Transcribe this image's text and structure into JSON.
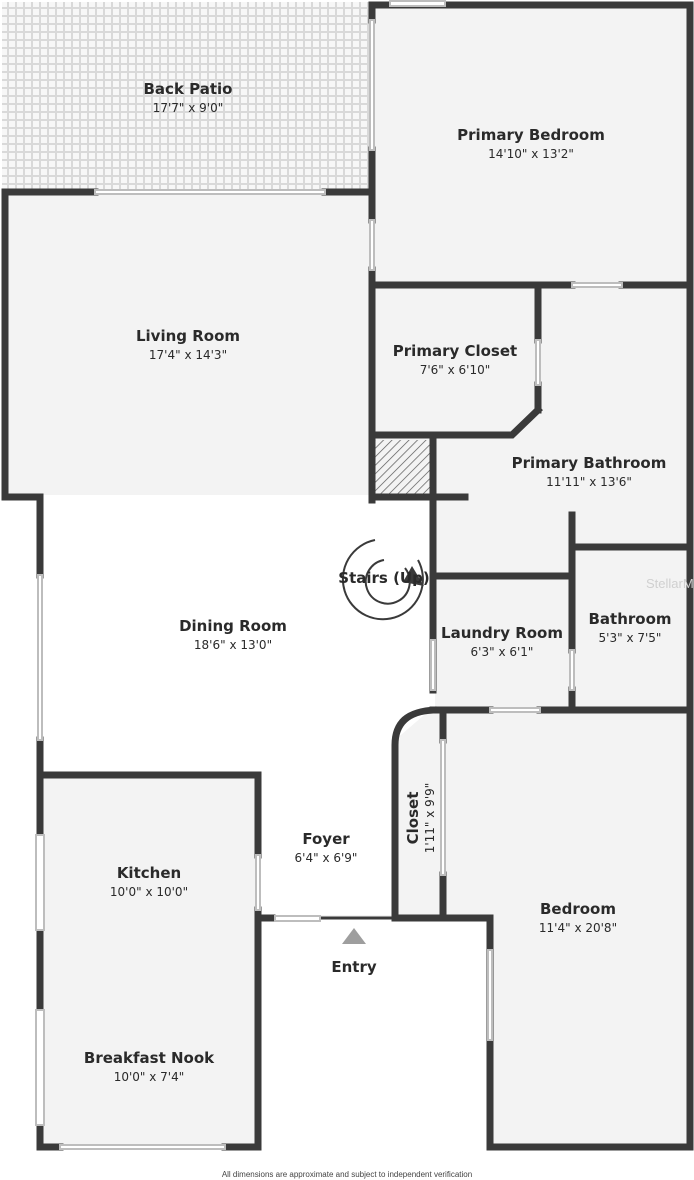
{
  "rooms": {
    "back_patio": {
      "name": "Back Patio",
      "dims": "17'7\" x 9'0\""
    },
    "primary_bedroom": {
      "name": "Primary Bedroom",
      "dims": "14'10\" x 13'2\""
    },
    "living_room": {
      "name": "Living Room",
      "dims": "17'4\" x 14'3\""
    },
    "primary_closet": {
      "name": "Primary Closet",
      "dims": "7'6\" x 6'10\""
    },
    "primary_bathroom": {
      "name": "Primary Bathroom",
      "dims": "11'11\" x 13'6\""
    },
    "stairs": {
      "name": "Stairs (Up)"
    },
    "dining_room": {
      "name": "Dining Room",
      "dims": "18'6\" x 13'0\""
    },
    "laundry_room": {
      "name": "Laundry Room",
      "dims": "6'3\" x 6'1\""
    },
    "bathroom": {
      "name": "Bathroom",
      "dims": "5'3\" x 7'5\""
    },
    "closet": {
      "name": "Closet",
      "dims": "1'11\" x 9'9\""
    },
    "foyer": {
      "name": "Foyer",
      "dims": "6'4\" x 6'9\""
    },
    "kitchen": {
      "name": "Kitchen",
      "dims": "10'0\" x 10'0\""
    },
    "bedroom": {
      "name": "Bedroom",
      "dims": "11'4\" x 20'8\""
    },
    "entry": {
      "name": "Entry"
    },
    "breakfast_nook": {
      "name": "Breakfast Nook",
      "dims": "10'0\" x 7'4\""
    }
  },
  "watermark": "StellarM",
  "footnote": "All dimensions are approximate and subject to independent verification",
  "colors": {
    "wall": "#3a3a3a",
    "floor": "#f3f3f3",
    "patio_grid": "#d9d9d9",
    "entry_arrow": "#9e9e9e"
  }
}
